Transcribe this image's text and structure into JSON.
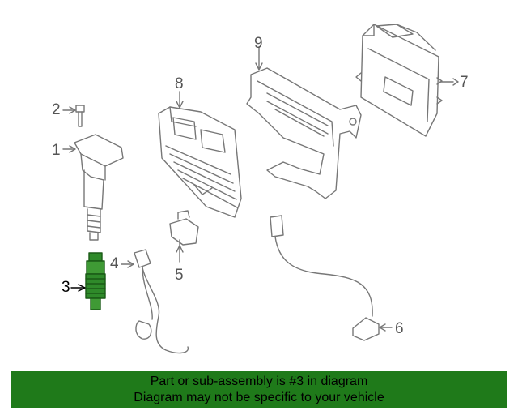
{
  "callouts": {
    "c1": "1",
    "c2": "2",
    "c3": "3",
    "c4": "4",
    "c5": "5",
    "c6": "6",
    "c7": "7",
    "c8": "8",
    "c9": "9"
  },
  "footer": {
    "line1": "Part or sub-assembly is #3 in diagram",
    "line2": "Diagram may not be specific to your vehicle"
  },
  "colors": {
    "highlight": "#2f8a2a",
    "footer_bg": "#1f7a1a",
    "line": "#777777"
  }
}
